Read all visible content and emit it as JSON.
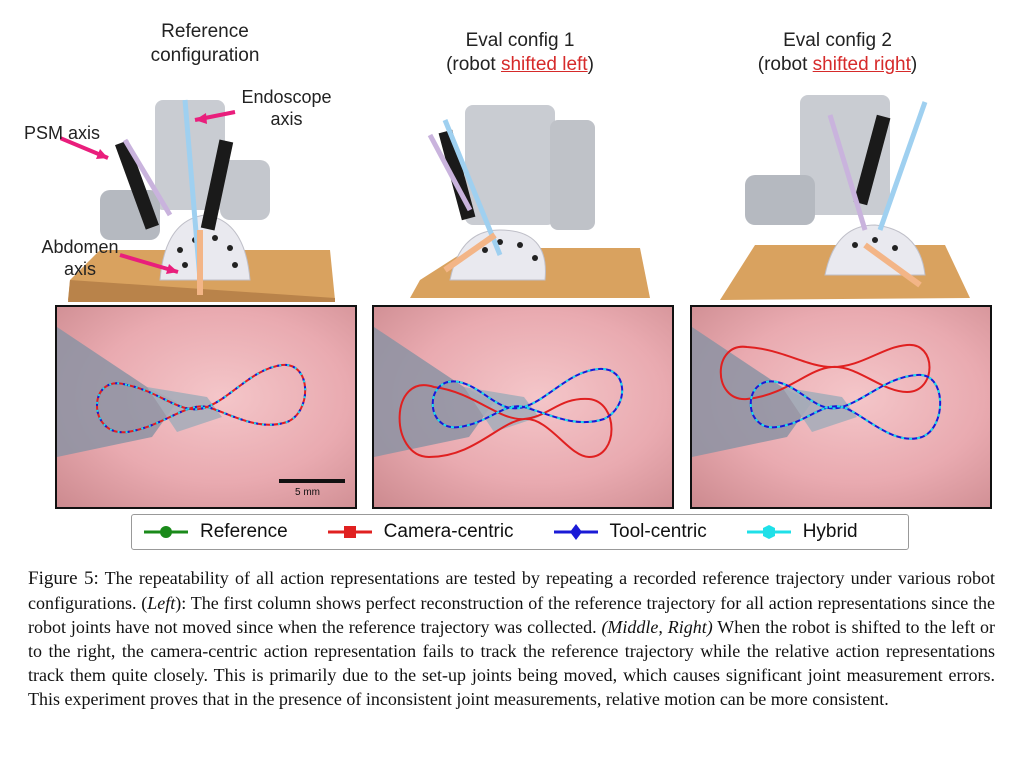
{
  "headers": {
    "col1_line1": "Reference",
    "col1_line2": "configuration",
    "col2_line1": "Eval config 1",
    "col2_pre": "(robot ",
    "col2_red": "shifted left",
    "col2_post": ")",
    "col3_line1": "Eval config 2",
    "col3_pre": "(robot ",
    "col3_red": "shifted right",
    "col3_post": ")"
  },
  "annotations": {
    "endoscope_line1": "Endoscope",
    "endoscope_line2": "axis",
    "psm": "PSM axis",
    "abdomen_line1": "Abdomen",
    "abdomen_line2": "axis"
  },
  "scalebar": "5 mm",
  "legend": [
    {
      "label": "Reference",
      "color": "#1a8a1a",
      "marker": "circle"
    },
    {
      "label": "Camera-centric",
      "color": "#e02020",
      "marker": "square"
    },
    {
      "label": "Tool-centric",
      "color": "#1a1ad6",
      "marker": "diamond"
    },
    {
      "label": "Hybrid",
      "color": "#1fe0e8",
      "marker": "hexagon"
    }
  ],
  "caption": {
    "label": "Figure 5:",
    "p1": " The repeatability of all action representations are tested by repeating a recorded reference trajectory under various robot configurations. (",
    "left": "Left",
    "p2": "): The first column shows perfect reconstruction of the reference trajectory for all action representations since the robot joints have not moved since when the reference trajectory was collected. ",
    "middle_right": "(Middle, Right)",
    "p3": " When the robot is shifted to the left or to the right, the camera-centric action representation fails to track the reference trajectory while the relative action representations track them quite closely. This is primarily due to the set-up joints being moved, which causes significant joint measurement errors. This experiment proves that in the presence of inconsistent joint measurements, relative motion can be more consistent."
  }
}
